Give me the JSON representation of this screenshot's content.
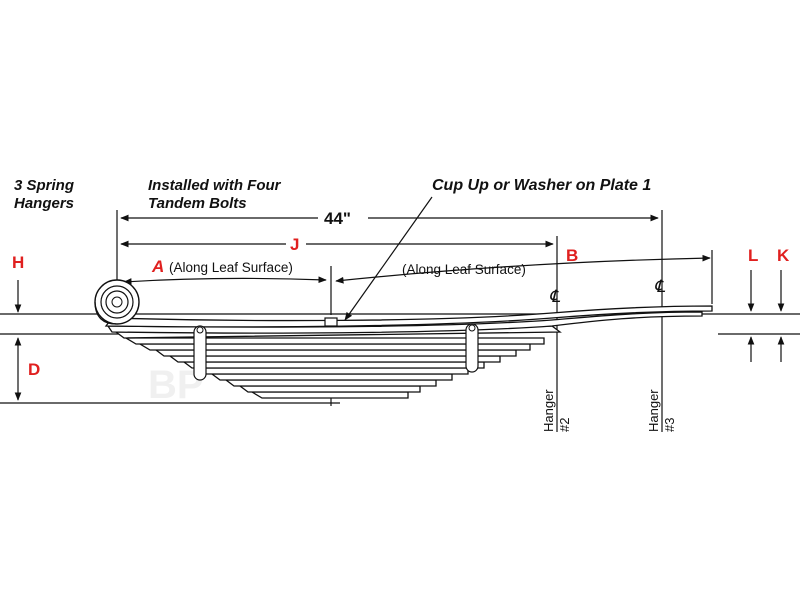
{
  "labels": {
    "spring_hangers": [
      "3 Spring",
      "Hangers"
    ],
    "install_note": [
      "Installed with Four",
      "Tandem Bolts"
    ],
    "cup_note": "Cup Up or Washer on Plate 1",
    "overall_length": "44\"",
    "dim_H": "H",
    "dim_J": "J",
    "dim_A": "A",
    "dim_A_note": "(Along Leaf Surface)",
    "dim_B": "B",
    "dim_B_note": "(Along Leaf Surface)",
    "dim_L": "L",
    "dim_K": "K",
    "dim_D": "D",
    "hanger_2": [
      "Hanger",
      "#2"
    ],
    "hanger_3": [
      "Hanger",
      "#3"
    ],
    "centerline_symbol": "℄"
  },
  "colors": {
    "dimension_letters": "#e0201f",
    "lines": "#111111"
  }
}
